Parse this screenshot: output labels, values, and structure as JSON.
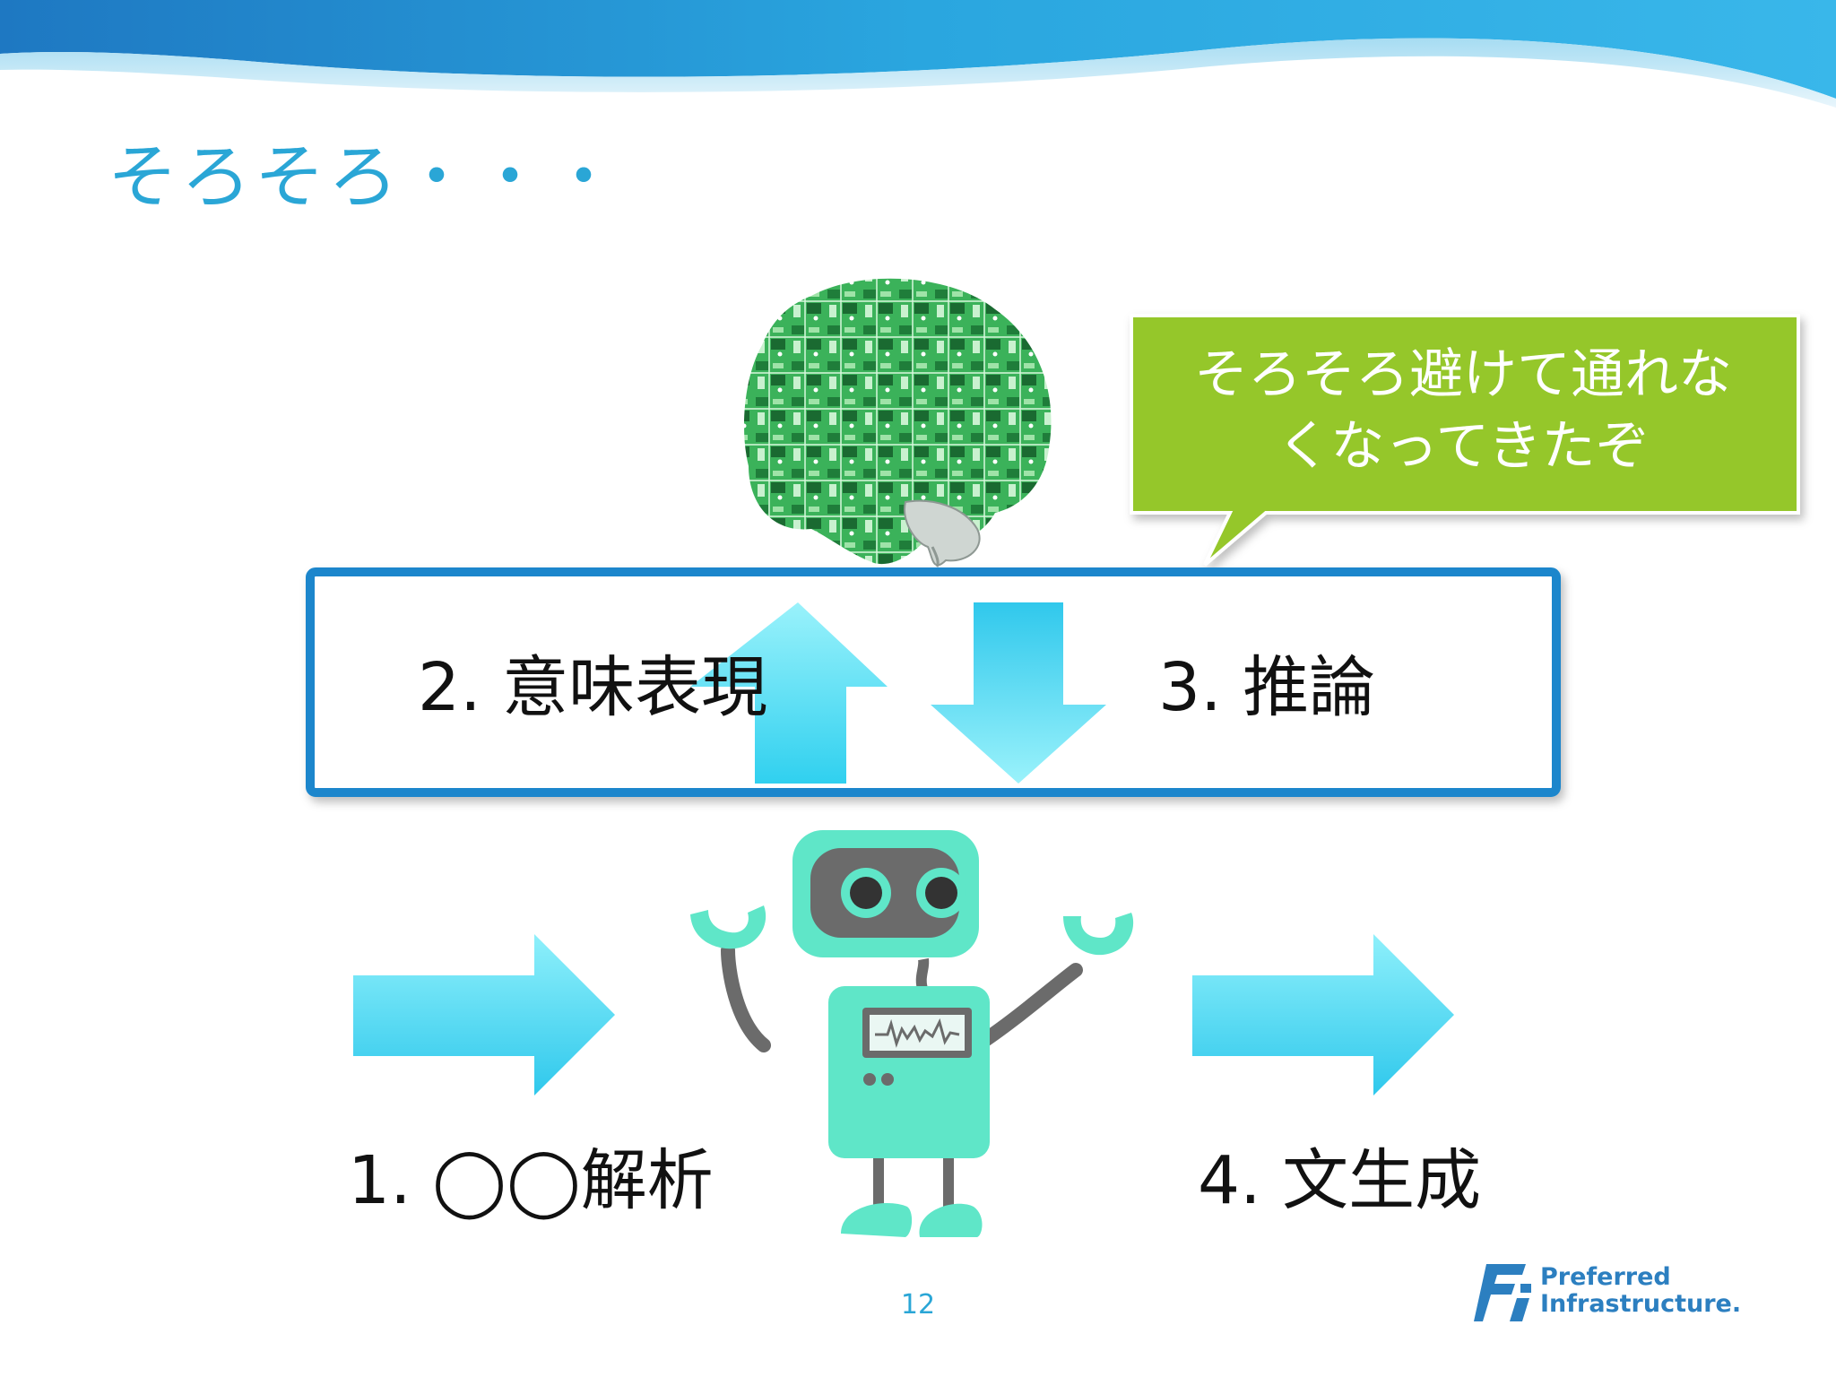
{
  "slide": {
    "title": "そろそろ・・・",
    "page_number": "12"
  },
  "callout": {
    "line1": "そろそろ避けて通れな",
    "line2": "くなってきたぞ"
  },
  "steps": [
    {
      "label": "1. ◯◯解析"
    },
    {
      "label": "2. 意味表現"
    },
    {
      "label": "3. 推論"
    },
    {
      "label": "4. 文生成"
    }
  ],
  "logo": {
    "line1": "Preferred",
    "line2": "Infrastructure."
  },
  "colors": {
    "title": "#2aa6d6",
    "arrow_light": "#8ef0fb",
    "arrow_dark": "#2fc8ec",
    "box_border": "#1a86cc",
    "callout": "#95c72a",
    "robot_body": "#5fe6c8",
    "robot_gray": "#6b6b6b",
    "brain_green": "#2fa24a"
  },
  "icons": [
    "brain-circuit-icon",
    "robot-icon",
    "arrow-up-icon",
    "arrow-down-icon",
    "arrow-right-icon",
    "company-logo-icon"
  ]
}
